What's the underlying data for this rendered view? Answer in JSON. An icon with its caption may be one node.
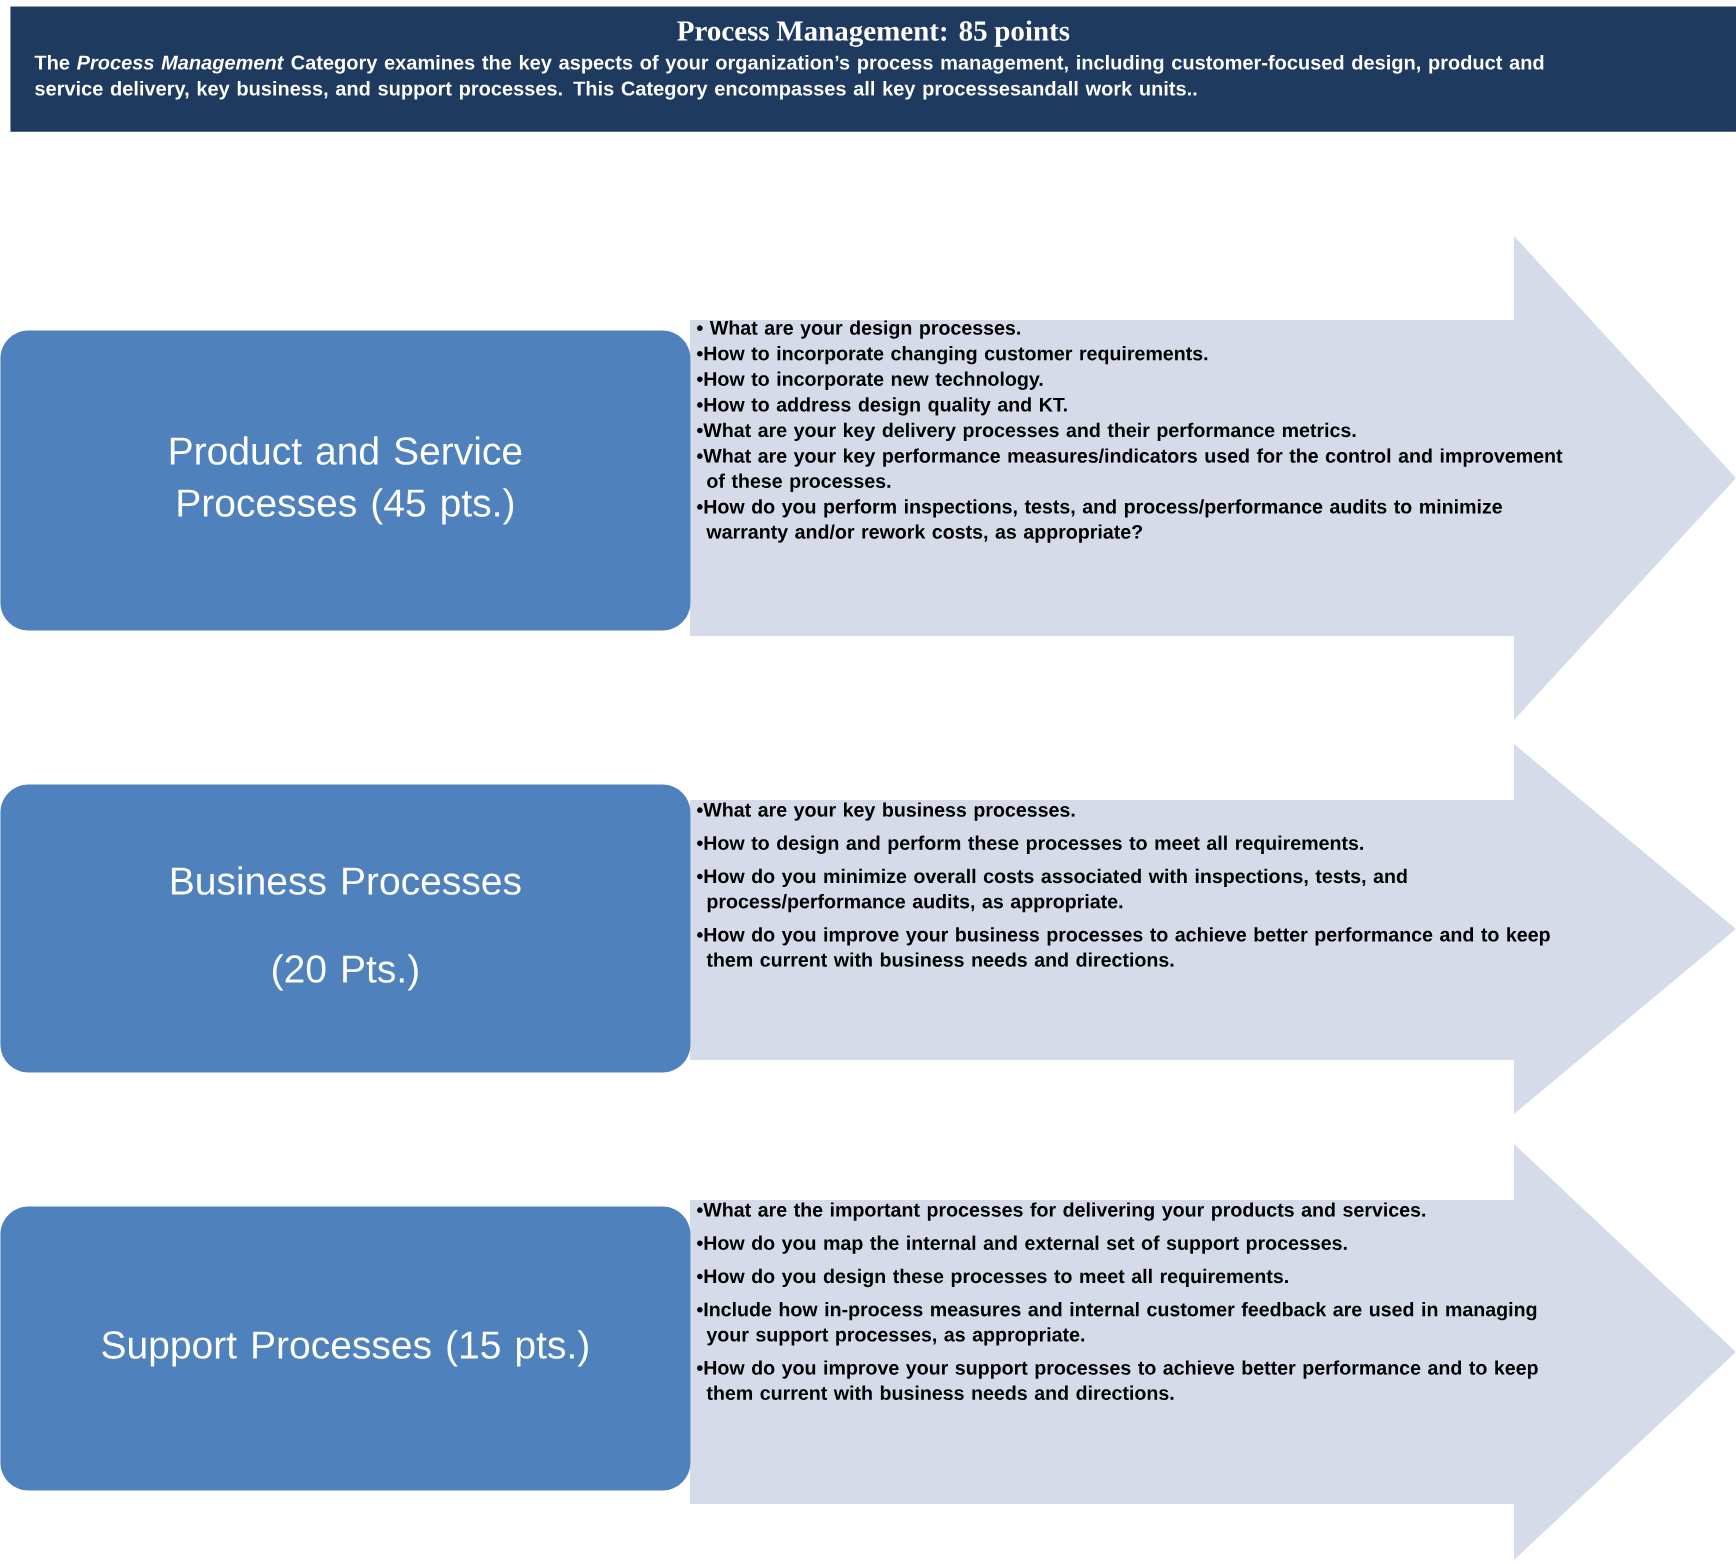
{
  "diagram": {
    "nodes": [
      {
        "text": [
          "Process Management: 85 points",
          "The *Process Management*  Category examines the key aspects of your organization’s process management, including customer-focused design, product and service delivery, key business, and support processes. This Category encompasses all key processesandall work units.."
        ]
      },
      {
        "text": [
          "Product and Service Processes (45 pts.)"
        ]
      },
      {
        "text": [
          "• What are your design processes.",
          "•How to incorporate changing customer requirements.",
          "•How to incorporate new technology.",
          "•How to address design quality and KT.",
          "•What are your key delivery processes and their performance metrics.",
          "•What are your key performance measures/indicators used for the control and improvement of these processes.",
          "•How do you perform inspections, tests, and process/performance audits to minimize warranty and/or rework costs, as appropriate?"
        ]
      },
      {
        "text": [
          "Business Processes",
          "(20 Pts.)"
        ]
      },
      {
        "text": [
          "•What are your key business processes.",
          "•How to design and perform these processes to meet all requirements.",
          "•How do you minimize overall costs associated with inspections, tests, and process/performance audits, as appropriate.",
          "•How do you improve your business processes to achieve better performance and to keep them current with business needs and directions."
        ]
      },
      {
        "text": [
          "Support Processes (15 pts.)"
        ]
      },
      {
        "text": [
          "•What are the important processes for delivering your products and services.",
          "•How do you map the internal and external set of support processes.",
          "•How do you design these processes to meet all requirements.",
          "•Include how in-process measures and internal customer feedback are used in managing your support processes, as appropriate.",
          "•How do you improve your support processes to achieve better performance and to keep them current with business needs and directions."
        ]
      }
    ]
  }
}
